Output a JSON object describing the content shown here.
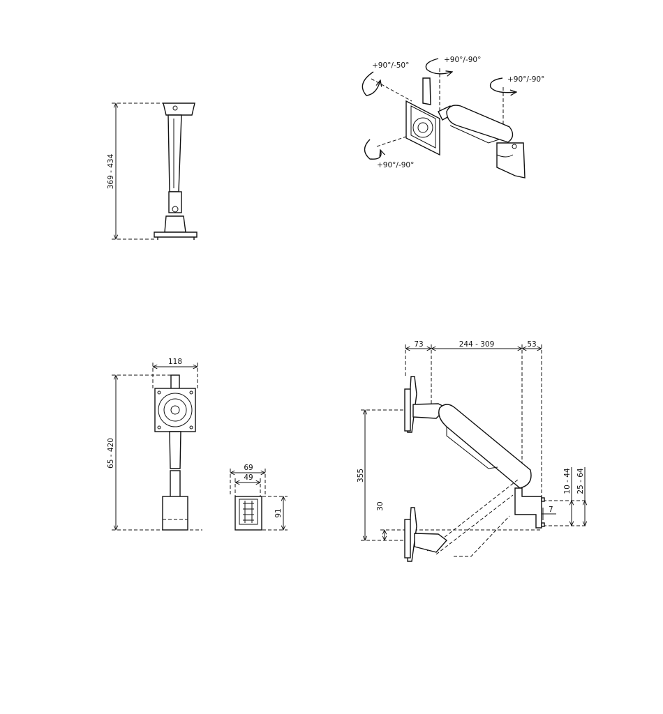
{
  "front_view": {
    "height_label": "369 - 434"
  },
  "iso_view": {
    "rotations": [
      "+90°/-50°",
      "+90°/-90°",
      "+90°/-90°",
      "+90°/-90°"
    ]
  },
  "back_view": {
    "width_label": "118",
    "height_label": "65 - 420"
  },
  "clamp_view": {
    "outer_width_label": "69",
    "inner_width_label": "49",
    "height_label": "91"
  },
  "side_view": {
    "offset_label": "73",
    "reach_label": "244 - 309",
    "base_label": "53",
    "lift_label": "355",
    "drop_label": "30",
    "desk_thickness_label": "10 - 44",
    "desk_range_label": "25 - 64",
    "gap_label": "7"
  }
}
